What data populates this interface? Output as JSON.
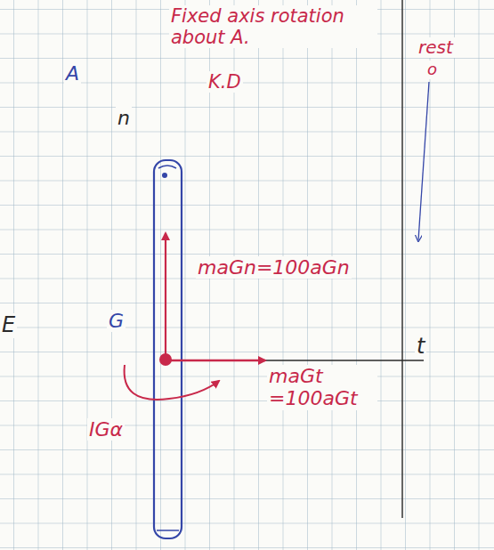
{
  "diagram": {
    "labels": [
      "Fixed axis rotation about A.",
      "K.D",
      "A",
      "rest",
      "o",
      "n",
      "maGn=100aGn",
      "G",
      "E",
      "t",
      "maGt =100aGt",
      "IGα"
    ]
  }
}
